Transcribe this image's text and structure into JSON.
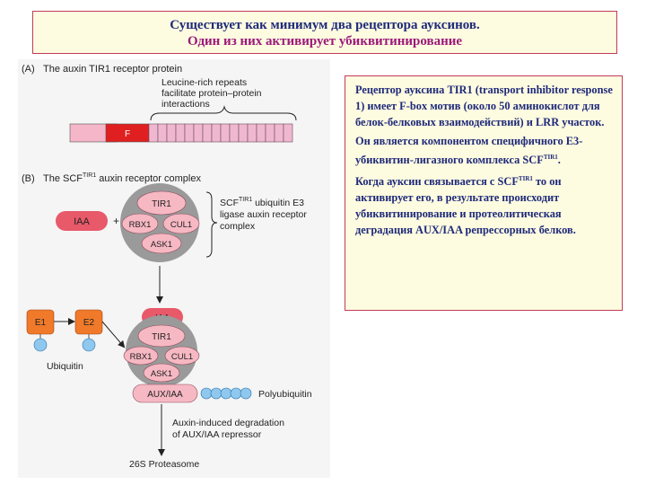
{
  "title": {
    "line1": "Существует как минимум два рецептора ауксинов.",
    "line2": "Один из них активирует убиквитинирование"
  },
  "figure": {
    "panel_a": {
      "label": "(A)",
      "title": "The auxin TIR1 receptor protein",
      "annotation_line1": "Leucine-rich repeats",
      "annotation_line2": "facilitate protein–protein",
      "annotation_line3": "interactions",
      "fbox_label": "F"
    },
    "panel_b": {
      "label": "(B)",
      "title_prefix": "The SCF",
      "title_sup": "TIR1",
      "title_suffix": " auxin receptor complex",
      "complex_label_prefix": "SCF",
      "complex_label_sup": "TIR1",
      "complex_label_line1": " ubiquitin E3",
      "complex_label_line2": "ligase auxin receptor",
      "complex_label_line3": "complex",
      "iaa": "IAA",
      "plus": "+",
      "tir1": "TIR1",
      "rbx1": "RBX1",
      "cul1": "CUL1",
      "ask1": "ASK1",
      "e1": "E1",
      "e2": "E2",
      "ubiquitin": "Ubiquitin",
      "aux_iaa": "AUX/IAA",
      "polyubiquitin": "Polyubiquitin",
      "degradation_line1": "Auxin-induced degradation",
      "degradation_line2": "of AUX/IAA repressor",
      "proteasome": "26S Proteasome"
    }
  },
  "description": {
    "p1": "Рецептор ауксина TIR1 (transport inhibitor response 1) имеет F-box мотив (около 50 аминокислот для белок-белковых взаимодействий) и LRR участок.",
    "p2_text": "Он является компонентом специфичного Е3-убиквитин-лигазного комплекса SCF",
    "p2_sup": "TIR1",
    "p2_end": ".",
    "p3_start": "Когда ауксин связывается с SCF",
    "p3_sup": "TIR1",
    "p3_end": " то он активирует его, в результате происходит убиквитинирование и протеолитическая деградация AUX/IAA репрессорных белков."
  },
  "colors": {
    "title_line1": "#1f2a7a",
    "title_line2": "#9b1a7a",
    "box_border": "#c23b5a",
    "box_fill": "#fdfbe0",
    "fbox": "#e02020",
    "lrr": "#f0b8d0",
    "iaa": "#e8596a",
    "protein_pink": "#f6b8c2",
    "complex_grey": "#9a9a9a",
    "e_orange": "#f07a2a",
    "ubiquitin_blue": "#8fc8ee"
  }
}
